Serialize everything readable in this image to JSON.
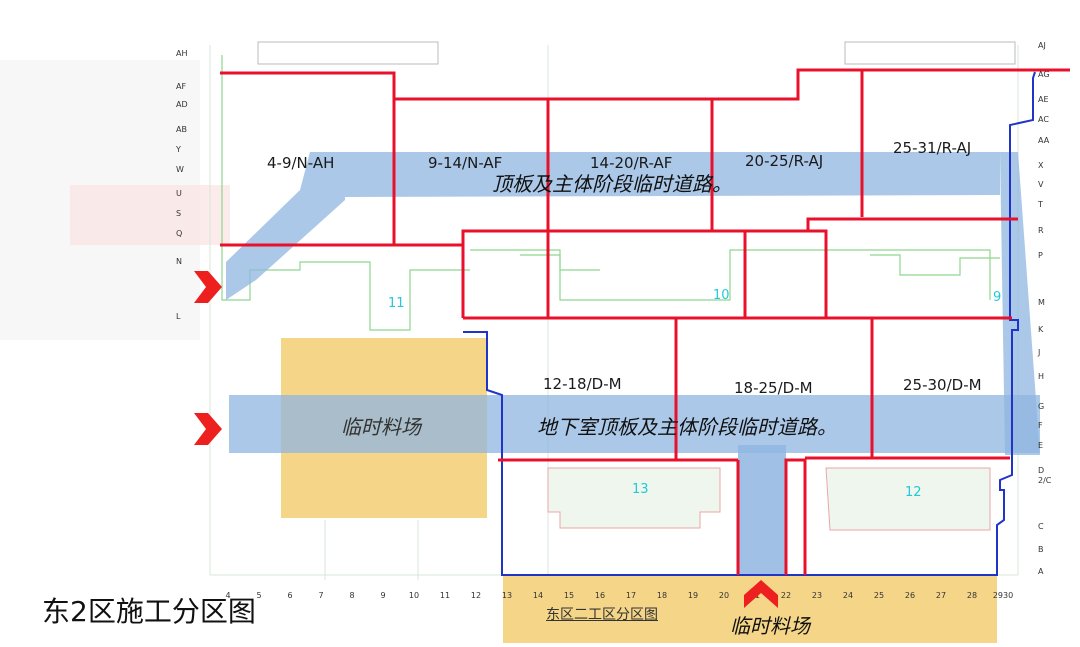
{
  "caption": "东2区施工分区图",
  "sub_caption": "东区二工区分区图",
  "roads": {
    "upper": "顶板及主体阶段临时道路。",
    "lower": "地下室顶板及主体阶段临时道路。"
  },
  "yards": {
    "left": "临时料场",
    "bottom": "临时料场"
  },
  "zones": [
    {
      "label": "4-9/N-AH"
    },
    {
      "label": "9-14/N-AF"
    },
    {
      "label": "14-20/R-AF"
    },
    {
      "label": "20-25/R-AJ"
    },
    {
      "label": "25-31/R-AJ"
    },
    {
      "label": "12-18/D-M"
    },
    {
      "label": "18-25/D-M"
    },
    {
      "label": "25-30/D-M"
    }
  ],
  "buildings": [
    "11",
    "10",
    "9",
    "13",
    "12"
  ],
  "grid_left": [
    "AH",
    "AF",
    "AD",
    "AB",
    "Y",
    "W",
    "U",
    "S",
    "Q",
    "N",
    "L"
  ],
  "grid_right": [
    "AJ",
    "AG",
    "AE",
    "AC",
    "AA",
    "X",
    "V",
    "T",
    "R",
    "P",
    "M",
    "K",
    "J",
    "H",
    "G",
    "F",
    "E",
    "D",
    "2/C",
    "C",
    "B",
    "A"
  ],
  "grid_bottom": [
    "4",
    "5",
    "6",
    "7",
    "8",
    "9",
    "10",
    "11",
    "12",
    "13",
    "14",
    "15",
    "16",
    "17",
    "18",
    "19",
    "20",
    "21",
    "22",
    "23",
    "24",
    "25",
    "26",
    "27",
    "28",
    "2930"
  ],
  "colors": {
    "zone_border": "#e8102a",
    "boundary": "#1f35c8",
    "road": "#8fb6e0",
    "yard": "#f3cf73",
    "arrow": "#ee1f1f",
    "building_text": "#22c9d9"
  },
  "icons": {
    "entry_arrow": "chevron-right-icon",
    "bottom_arrow": "chevron-up-icon"
  }
}
